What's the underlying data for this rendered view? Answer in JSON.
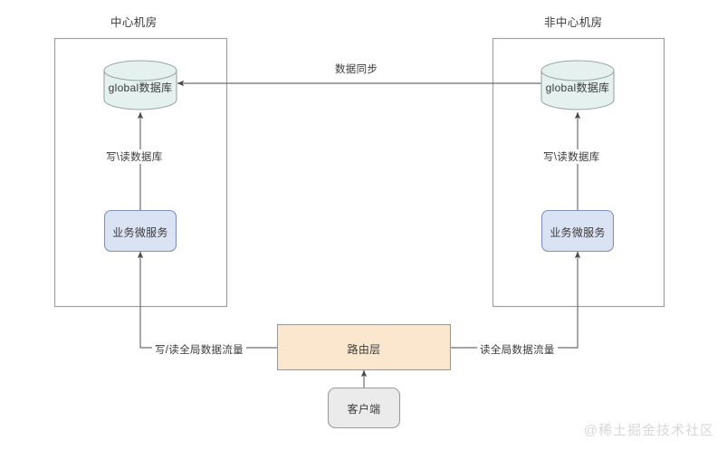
{
  "diagram": {
    "title_visible": false,
    "zones": [
      {
        "id": "center-dc",
        "label": "中心机房"
      },
      {
        "id": "non-center-dc",
        "label": "非中心机房"
      }
    ],
    "nodes": [
      {
        "id": "db-left",
        "label": "global数据库",
        "shape": "cylinder",
        "fill": "#e4f1ef",
        "stroke": "#9aa7a6"
      },
      {
        "id": "db-right",
        "label": "global数据库",
        "shape": "cylinder",
        "fill": "#e4f1ef",
        "stroke": "#9aa7a6"
      },
      {
        "id": "svc-left",
        "label": "业务微服务",
        "shape": "rounded-rect",
        "fill": "#dae3f3",
        "stroke": "#7f93bd"
      },
      {
        "id": "svc-right",
        "label": "业务微服务",
        "shape": "rounded-rect",
        "fill": "#dae3f3",
        "stroke": "#7f93bd"
      },
      {
        "id": "router",
        "label": "路由层",
        "shape": "rect",
        "fill": "#fbe7cd",
        "stroke": "#9b9b9b"
      },
      {
        "id": "client",
        "label": "客户端",
        "shape": "rounded-rect",
        "fill": "#ebebeb",
        "stroke": "#9b9b9b"
      }
    ],
    "edges": [
      {
        "id": "edge-sync",
        "from": "db-right",
        "to": "db-left",
        "label": "数据同步",
        "arrows": "both"
      },
      {
        "id": "edge-left-rw",
        "from": "svc-left",
        "to": "db-left",
        "label": "写\\读数据库",
        "arrows": "end"
      },
      {
        "id": "edge-right-rw",
        "from": "svc-right",
        "to": "db-right",
        "label": "写\\读数据库",
        "arrows": "end"
      },
      {
        "id": "edge-router-left",
        "from": "router",
        "to": "svc-left",
        "label": "写/读全局数据流量",
        "arrows": "end"
      },
      {
        "id": "edge-router-right",
        "from": "router",
        "to": "svc-right",
        "label": "读全局数据流量",
        "arrows": "end"
      },
      {
        "id": "edge-client",
        "from": "client",
        "to": "router",
        "label": "",
        "arrows": "end"
      }
    ],
    "colors": {
      "zone_stroke": "#a0a0a0",
      "edge_stroke": "#6e6e6e",
      "text": "#3b3b3b",
      "background": "#ffffff",
      "watermark": "#d8d8d8"
    },
    "watermark": "@稀土掘金技术社区"
  }
}
